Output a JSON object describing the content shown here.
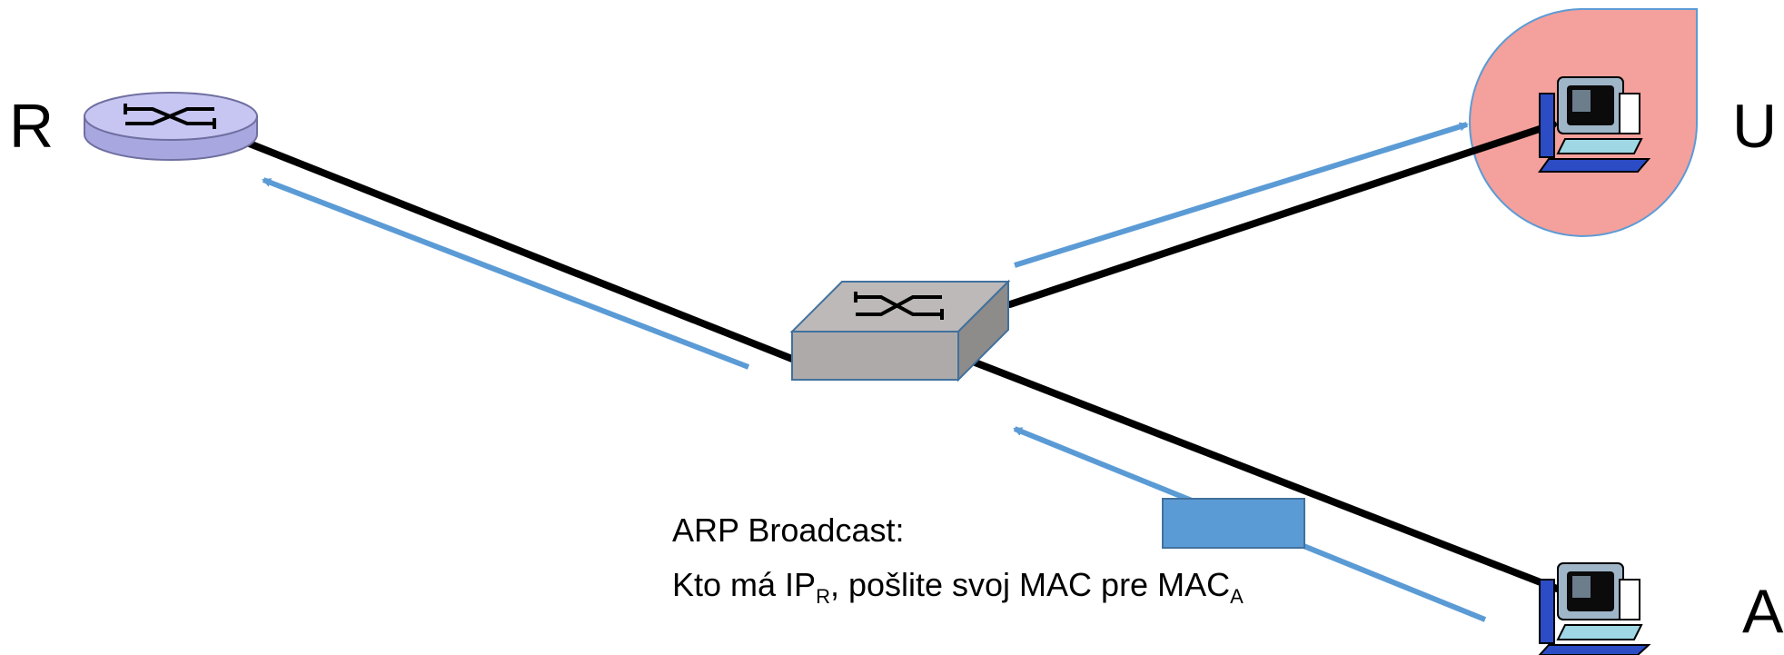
{
  "labels": {
    "router": "R",
    "host_u": "U",
    "host_a": "A"
  },
  "caption": {
    "line1": "ARP Broadcast:",
    "line2_part1": "Kto má IP",
    "line2_sub1": "R",
    "line2_part2": ", pošlite svoj MAC pre MAC",
    "line2_sub2": "A"
  },
  "colors": {
    "link": "#000000",
    "frame_arrow": "#5b9bd5",
    "frame_packet": "#5b9bd5",
    "router_body": "#c7c5f2",
    "switch_body": "#aeaaaa",
    "host_u_highlight": "#f4a09c"
  },
  "icons": {
    "router": "router-icon",
    "switch": "switch-icon",
    "host": "desktop-computer-icon"
  }
}
